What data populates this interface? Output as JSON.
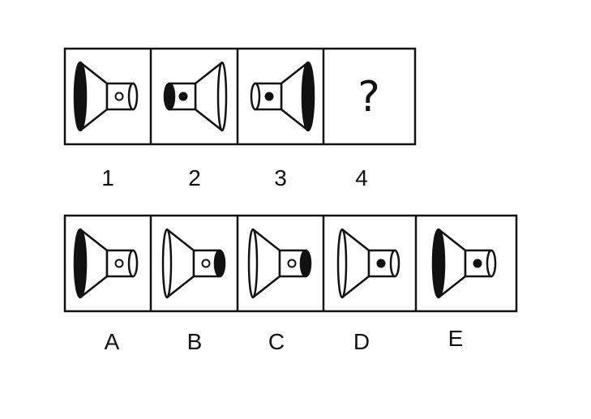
{
  "top_row": {
    "cells": [
      {
        "label": "1",
        "wide_end": "left",
        "wide_end_filled": true,
        "small_end_filled": false,
        "dot_filled": false
      },
      {
        "label": "2",
        "wide_end": "right",
        "wide_end_filled": false,
        "small_end_filled": true,
        "dot_filled": true
      },
      {
        "label": "3",
        "wide_end": "right",
        "wide_end_filled": true,
        "small_end_filled": false,
        "dot_filled": true
      },
      {
        "label": "4",
        "question": "?"
      }
    ]
  },
  "options": {
    "cells": [
      {
        "label": "A",
        "wide_end": "left",
        "wide_end_filled": true,
        "small_end_filled": false,
        "dot_filled": false
      },
      {
        "label": "B",
        "wide_end": "left",
        "wide_end_filled": false,
        "small_end_filled": true,
        "dot_filled": false
      },
      {
        "label": "C",
        "wide_end": "left",
        "wide_end_filled": false,
        "small_end_filled": true,
        "dot_filled": false
      },
      {
        "label": "D",
        "wide_end": "left",
        "wide_end_filled": false,
        "small_end_filled": false,
        "dot_filled": true
      },
      {
        "label": "E",
        "wide_end": "left",
        "wide_end_filled": true,
        "small_end_filled": false,
        "dot_filled": true
      }
    ]
  },
  "colors": {
    "ink": "#111111",
    "paper": "#ffffff"
  }
}
